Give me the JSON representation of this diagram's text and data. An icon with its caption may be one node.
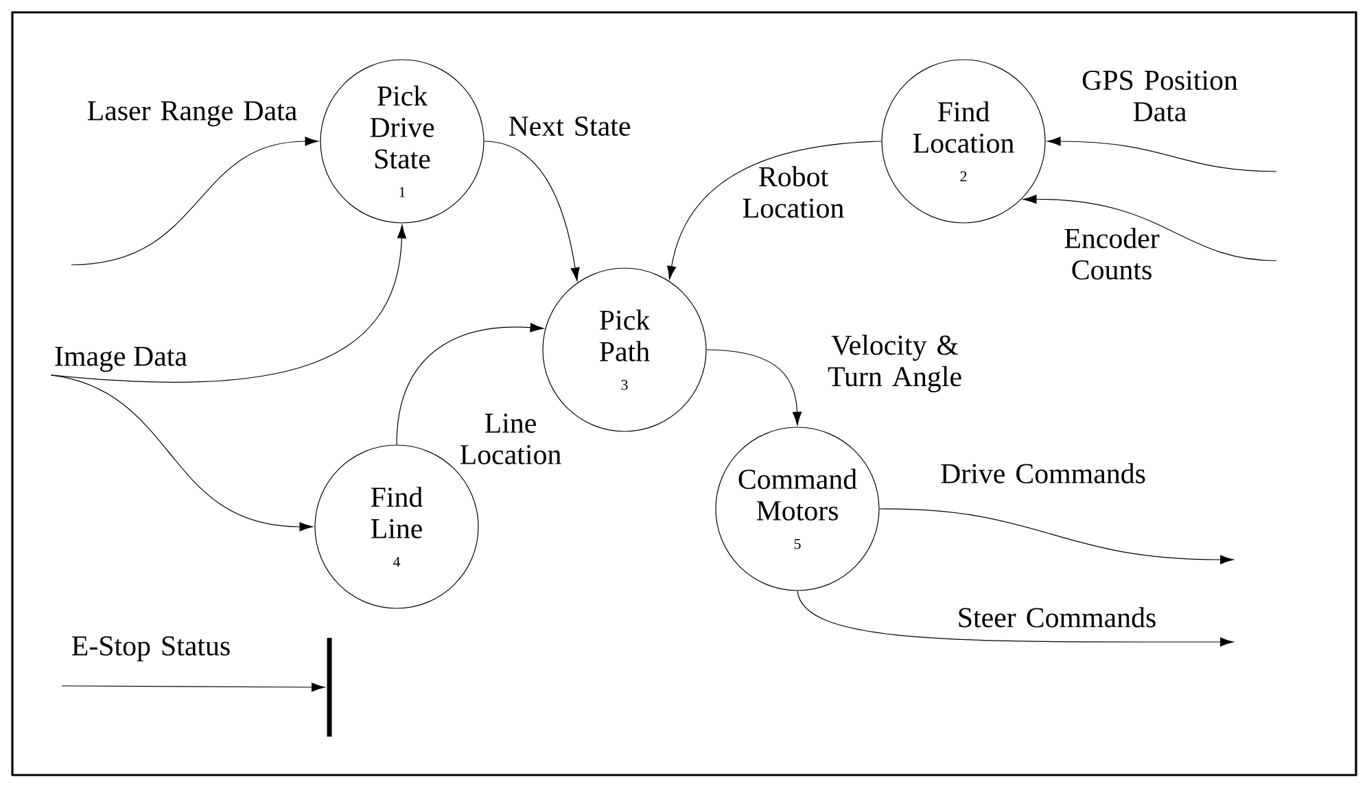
{
  "diagram": {
    "nodes": [
      {
        "text": [
          "Pick Drive State",
          "1"
        ]
      },
      {
        "text": [
          "Find Location",
          "2"
        ]
      },
      {
        "text": [
          "Image Data"
        ]
      },
      {
        "text": [
          "Pick Path",
          "3"
        ]
      },
      {
        "text": [
          "Find Line",
          "4"
        ]
      },
      {
        "text": [
          "Command Motors",
          "5"
        ]
      },
      {
        "text": [],
        "shape": "bar"
      }
    ],
    "edges": [
      {
        "from": null,
        "to": 0,
        "arrow": "to",
        "label": "Laser Range Data"
      },
      {
        "from": 0,
        "to": 3,
        "arrow": "to",
        "label": "Next State"
      },
      {
        "from": null,
        "to": 1,
        "arrow": "to",
        "label": "GPS Position Data"
      },
      {
        "from": null,
        "to": 1,
        "arrow": "to",
        "label": "Encoder Counts"
      },
      {
        "from": 1,
        "to": 3,
        "arrow": "to",
        "label": "Robot Location"
      },
      {
        "from": 2,
        "to": 0,
        "arrow": "to"
      },
      {
        "from": 2,
        "to": 4,
        "arrow": "to"
      },
      {
        "from": 4,
        "to": 3,
        "arrow": "to",
        "label": "Line Location"
      },
      {
        "from": 3,
        "to": 5,
        "arrow": "to",
        "label": "Velocity & Turn Angle"
      },
      {
        "from": 5,
        "to": null,
        "arrow": "to",
        "label": "Drive Commands"
      },
      {
        "from": 5,
        "to": null,
        "arrow": "to",
        "label": "Steer Commands"
      },
      {
        "from": null,
        "to": 6,
        "arrow": "to",
        "label": "E-Stop Status"
      }
    ]
  }
}
